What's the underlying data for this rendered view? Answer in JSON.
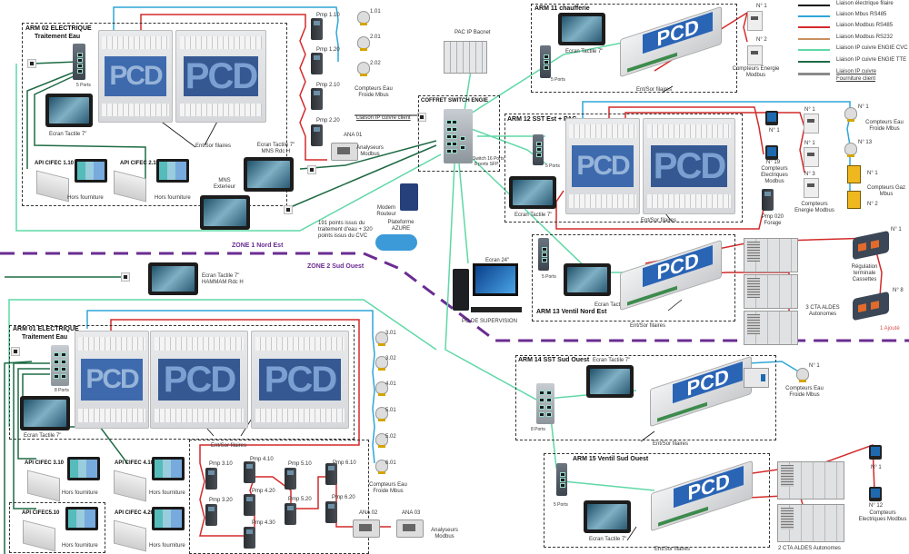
{
  "legend": {
    "items": [
      {
        "label": "Liaison électrique filaire",
        "color": "#111111",
        "underline": false
      },
      {
        "label": "Liaison Mbus RS485",
        "color": "#2ea6d8",
        "underline": false
      },
      {
        "label": "Liaison Modbus RS485",
        "color": "#d32a2a",
        "underline": false
      },
      {
        "label": "Liaison Modbus RS232",
        "color": "#c89060",
        "underline": false
      },
      {
        "label": "Liaison IP cuivre ENGIE CVC",
        "color": "#5fd8a6",
        "underline": false
      },
      {
        "label": "Liaison IP cuivre ENGIE TTE",
        "color": "#1f6b45",
        "underline": false
      },
      {
        "label": "Liaison IP cuivre",
        "label2": "Fourniture client",
        "color": "#8a8a8a",
        "underline": true
      }
    ]
  },
  "zones": {
    "zone1": "ZONE 1 Nord Est",
    "zone2": "ZONE 2 Sud Ouest",
    "color": "#6a2c91"
  },
  "arm02": {
    "title": "ARM 02 ELECTRIQUE",
    "subtitle": "Traitement Eau",
    "switch_label": "5 Ports",
    "screen_label": "Ecran Tactile 7\"",
    "io_label": "Ent/Sor filaires",
    "plc_text": "PCD",
    "cifec": [
      {
        "name": "API CIFEC 1.10",
        "note": "Hors fourniture"
      },
      {
        "name": "API CIFEC 2.10",
        "note": "Hors fourniture"
      }
    ]
  },
  "pumps_zone1": [
    "Pmp 1.10",
    "Pmp 1.20",
    "Pmp 2.10",
    "Pmp 2.20"
  ],
  "meters_zone1": {
    "items": [
      "1.01",
      "2.01",
      "2.02"
    ],
    "caption": "Compteurs Eau Froide Mbus"
  },
  "ana01": {
    "label": "ANA 01",
    "caption": "Analyseurs Modbus"
  },
  "screens_mns": [
    {
      "label": "Ecran Tactile 7\" MNS Rdc H"
    },
    {
      "label": "MNS Exterieur"
    }
  ],
  "client_link": "Liaison IP cuivre client",
  "coffret": {
    "title": "COFFRET SWITCH ENGIE",
    "switch_label": "Switch 16 Ports",
    "switch_label2": "8 ports SFP"
  },
  "pac": {
    "label": "PAC IP Bacnet"
  },
  "modem": {
    "label": "Modem Routeur"
  },
  "azure": {
    "label": "Plateforme AZURE"
  },
  "points_note": "191 points issus du traitement d'eau + 320 points issus du CVC",
  "supervision": {
    "screen_label": "Ecran 24\"",
    "pc_label": "PC DE SUPERVISION"
  },
  "arm11": {
    "title": "ARM 11 chaufferie",
    "screen_label": "Ecran Tactile 7\"",
    "switch_label": "5 Ports",
    "io_label": "Ent/Sor filaires",
    "plc_text": "PCD",
    "meters": [
      "N° 1",
      "N° 2"
    ],
    "meters_caption": "Compteurs Energie Modbus"
  },
  "arm12": {
    "title": "ARM 12 SST Est + PAC",
    "screen_label": "Ecran Tactile 7\"",
    "switch_label": "5 Ports",
    "io_label": "Ent/Sor filaires",
    "plc_text": "PCD",
    "elec_meters": [
      "N° 1",
      "N° 19"
    ],
    "elec_caption": "Compteurs Electriques Modbus",
    "energy_meters": [
      "N° 1",
      "N° 1",
      "N° 3"
    ],
    "energy_caption": "Compteurs Energie Modbus",
    "water_meters": [
      "N° 1",
      "N° 13"
    ],
    "water_caption": "Compteurs Eau Froide Mbus",
    "gas_meters": [
      "N° 1",
      "N° 2"
    ],
    "gas_caption": "Compteurs Gaz Mbus",
    "pump_label": "Pmp 020 Forage"
  },
  "arm13": {
    "title": "ARM 13  Ventil Nord Est",
    "screen_label": "Ecran Tactile 7\"",
    "switch_label": "5 Ports",
    "io_label": "Ent/Sor filaires",
    "plc_text": "PCD",
    "cta_caption": "3 CTA ALDES Autonomes",
    "cassettes": [
      "N° 1",
      "N° 8"
    ],
    "cassettes_caption": "Régulation terminale Cassettes",
    "added_note": "1 Ajouté"
  },
  "hammam": {
    "label": "Ecran Tactile 7\" HAMMAM Rdc H"
  },
  "arm01": {
    "title": "ARM 01 ELECTRIQUE",
    "subtitle": "Traitement Eau",
    "switch_label": "8 Ports",
    "screen_label": "Ecran Tactile 7\"",
    "io_label": "Ent/Sor filaires",
    "plc_text": "PCD",
    "cifec": [
      {
        "name": "API CIFEC 3.10",
        "note": "Hors fourniture"
      },
      {
        "name": "API CIFEC 4.10",
        "note": "Hors fourniture"
      },
      {
        "name": "API CIFEC5.10",
        "note": "Hors fourniture"
      },
      {
        "name": "API CIFEC 4.20",
        "note": "Hors fourniture"
      }
    ]
  },
  "pumps_zone2": [
    "Pmp 3.10",
    "Pmp 3.20",
    "Pmp 4.10",
    "Pmp 4.20",
    "Pmp 4.30",
    "Pmp 5.10",
    "Pmp 5.20",
    "Pmp 6.10",
    "Pmp 6.20"
  ],
  "meters_zone2": {
    "items": [
      "3.01",
      "3.02",
      "4.01",
      "5.01",
      "5.02",
      "6.01"
    ],
    "caption": "Compteurs Eau Froide Mbus"
  },
  "ana_zone2": {
    "items": [
      "ANA 02",
      "ANA 03"
    ],
    "caption": "Analyseurs Modbus"
  },
  "arm14": {
    "title": "ARM 14  SST Sud Ouest",
    "screen_label": "Ecran Tactile 7\"",
    "switch_label": "8 Ports",
    "io_label": "Ent/Sor filaires",
    "plc_text": "PCD",
    "meter": "N° 1",
    "meter_caption": "Compteurs Eau Froide Mbus"
  },
  "arm15": {
    "title": "ARM 15 Ventil Sud Ouest",
    "screen_label": "Ecran Tactile 7\"",
    "switch_label": "5 Ports",
    "io_label": "Ent/Sor filaires",
    "plc_text": "PCD",
    "cta_caption": "2 CTA ALDES Autonomes",
    "elec_meters": [
      "N° 1",
      "N° 12"
    ],
    "elec_caption": "Compteurs Electriques Modbus"
  }
}
